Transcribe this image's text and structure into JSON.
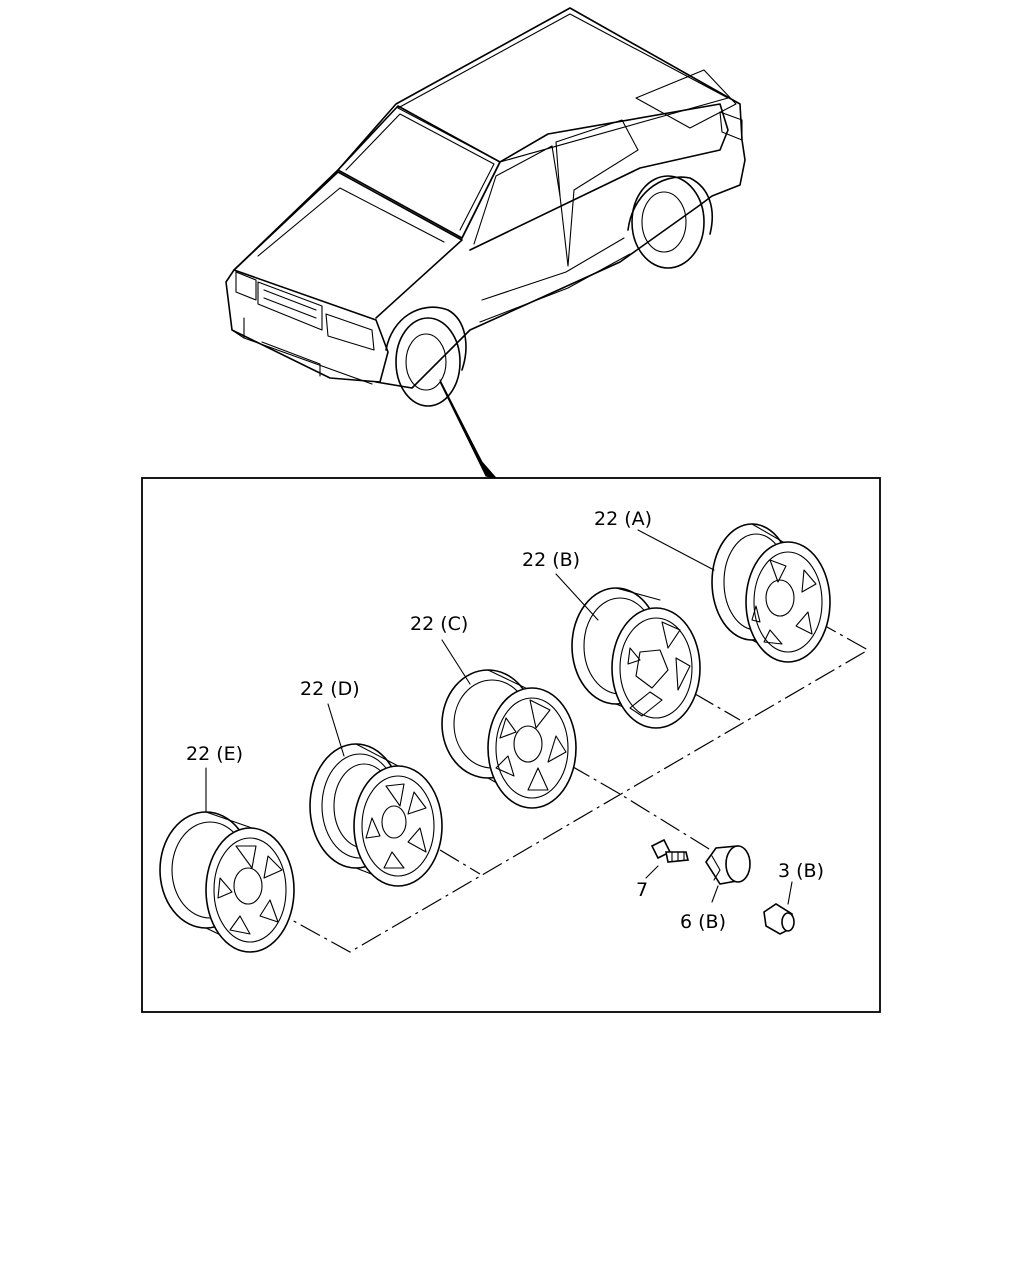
{
  "labels": {
    "wheel_a": "22 (A)",
    "wheel_b": "22 (B)",
    "wheel_c": "22 (C)",
    "wheel_d": "22 (D)",
    "wheel_e": "22 (E)",
    "bolt": "7",
    "cap": "6 (B)",
    "nut": "3 (B)"
  }
}
